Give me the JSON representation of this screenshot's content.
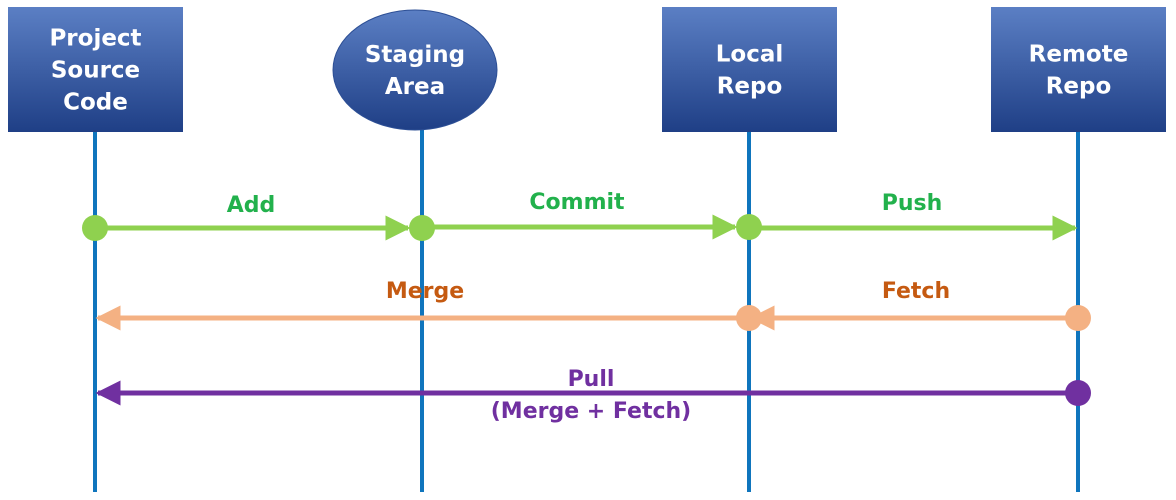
{
  "diagram": {
    "colors": {
      "node_top": "#5b7fc4",
      "node_bottom": "#1f3f86",
      "lifeline": "#0f75bd",
      "green": "#8fd14f",
      "green_label": "#22b14c",
      "orange": "#f4b183",
      "orange_label": "#c55a11",
      "purple": "#7030a0"
    },
    "nodes": [
      {
        "id": "project",
        "shape": "rect",
        "lines": [
          "Project",
          "Source",
          "Code"
        ]
      },
      {
        "id": "staging",
        "shape": "ellipse",
        "lines": [
          "Staging",
          "Area"
        ]
      },
      {
        "id": "local",
        "shape": "rect",
        "lines": [
          "Local",
          "Repo"
        ]
      },
      {
        "id": "remote",
        "shape": "rect",
        "lines": [
          "Remote",
          "Repo"
        ]
      }
    ],
    "edges": [
      {
        "id": "add",
        "from": "project",
        "to": "staging",
        "color": "green",
        "label_lines": [
          "Add"
        ]
      },
      {
        "id": "commit",
        "from": "staging",
        "to": "local",
        "color": "green",
        "label_lines": [
          "Commit"
        ]
      },
      {
        "id": "push",
        "from": "local",
        "to": "remote",
        "color": "green",
        "label_lines": [
          "Push"
        ]
      },
      {
        "id": "merge",
        "from": "local",
        "to": "project",
        "color": "orange",
        "label_lines": [
          "Merge"
        ]
      },
      {
        "id": "fetch",
        "from": "remote",
        "to": "local",
        "color": "orange",
        "label_lines": [
          "Fetch"
        ]
      },
      {
        "id": "pull",
        "from": "remote",
        "to": "project",
        "color": "purple",
        "label_lines": [
          "Pull",
          "(Merge + Fetch)"
        ]
      }
    ]
  }
}
